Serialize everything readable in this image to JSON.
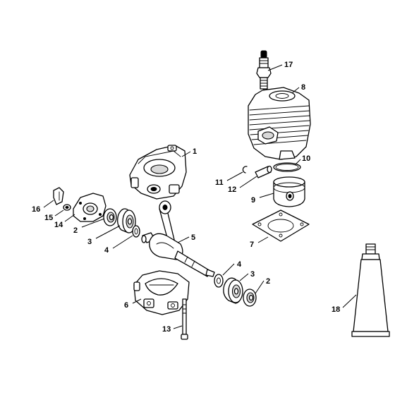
{
  "callouts": {
    "c1": "1",
    "c2a": "2",
    "c2b": "2",
    "c3a": "3",
    "c3b": "3",
    "c4a": "4",
    "c4b": "4",
    "c5": "5",
    "c6": "6",
    "c7": "7",
    "c8": "8",
    "c9": "9",
    "c10": "10",
    "c11": "11",
    "c12": "12",
    "c13": "13",
    "c14": "14",
    "c15": "15",
    "c16": "16",
    "c17": "17",
    "c18": "18"
  }
}
